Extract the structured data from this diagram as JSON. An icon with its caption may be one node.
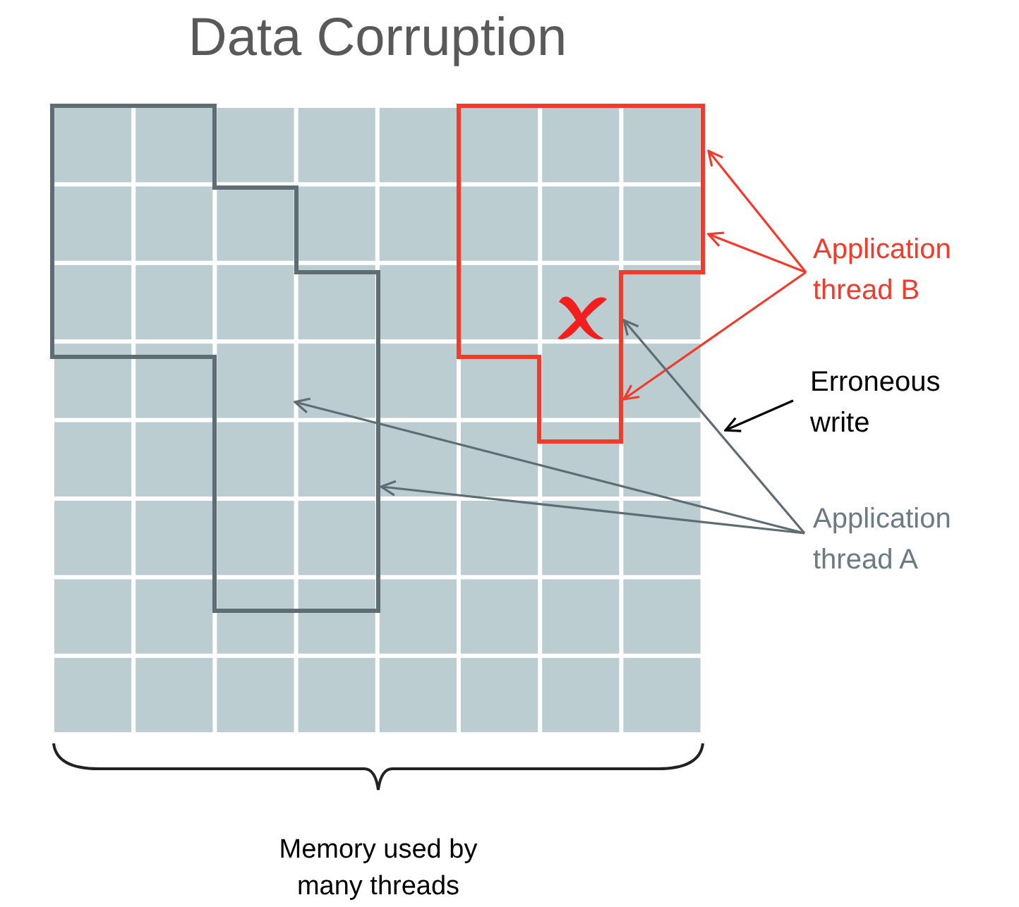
{
  "diagram": {
    "title": "Data Corruption",
    "nodes": [
      {
        "text": [],
        "shape": "box"
      },
      {
        "text": [],
        "shape": "box"
      },
      {
        "text": [],
        "shape": "cross",
        "in": 1
      },
      {
        "text": [
          "Application thread B"
        ]
      },
      {
        "text": [
          "Erroneous write"
        ]
      },
      {
        "text": [
          "Application thread A"
        ]
      }
    ],
    "edges": [
      {
        "from": 3,
        "to": 1,
        "arrow": "to",
        "color": "#f23b2c"
      },
      {
        "from": 3,
        "to": 1,
        "arrow": "to",
        "color": "#f23b2c"
      },
      {
        "from": 3,
        "to": 1,
        "arrow": "to",
        "color": "#f23b2c"
      },
      {
        "from": 4,
        "to": null,
        "arrow": "to",
        "color": "#000000"
      },
      {
        "from": 5,
        "to": 0,
        "arrow": "to",
        "color": "#5e6c73"
      },
      {
        "from": 5,
        "to": 0,
        "arrow": "to",
        "color": "#5e6c73"
      },
      {
        "from": 5,
        "to": 2,
        "arrow": "to",
        "color": "#5e6c73"
      }
    ],
    "labels": [
      "Memory used by many threads"
    ]
  }
}
